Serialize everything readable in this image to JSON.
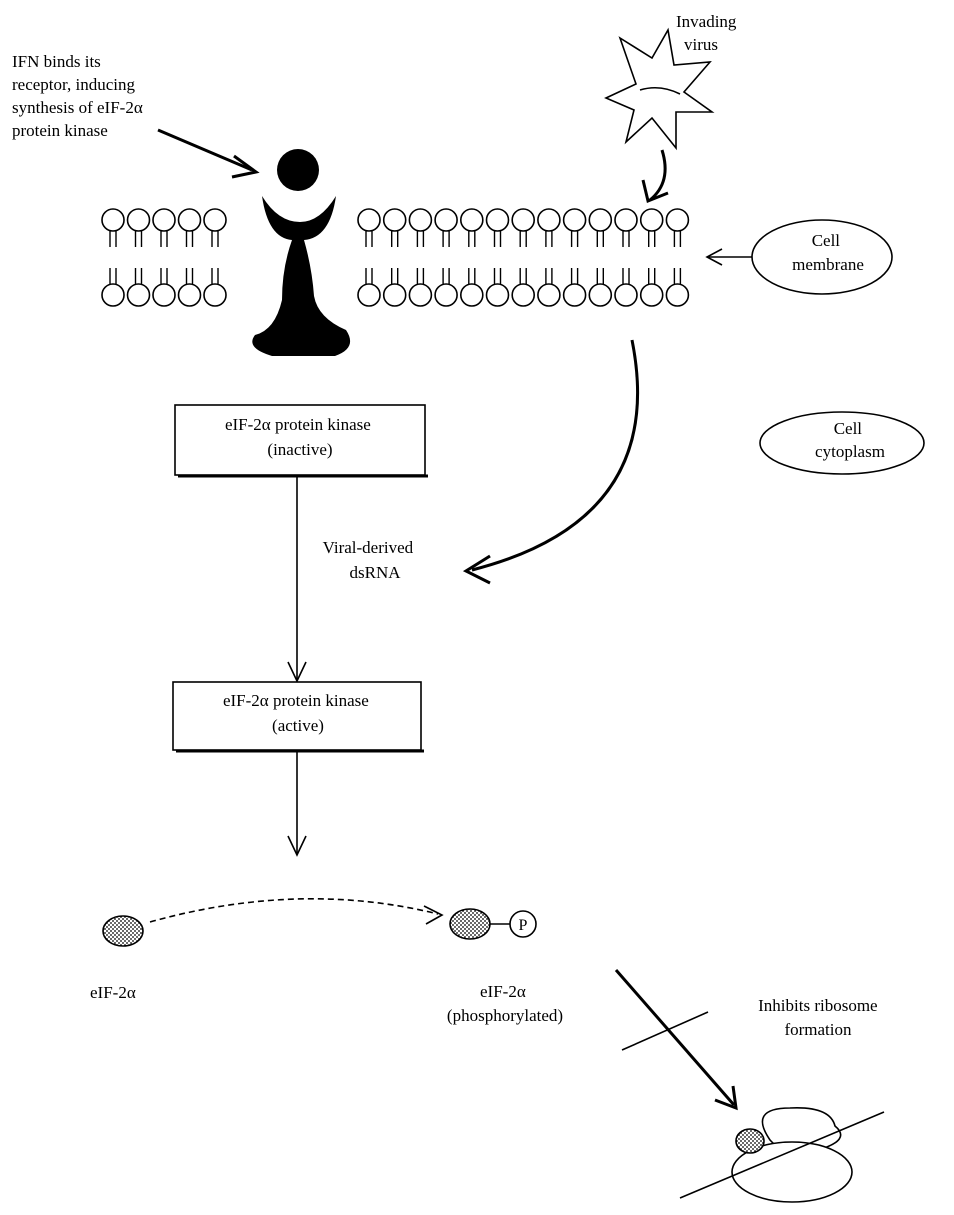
{
  "labels": {
    "ifn_text": [
      "IFN binds its",
      "receptor, inducing",
      "synthesis of eIF-2α",
      "protein kinase"
    ],
    "virus_text": [
      "Invading",
      "virus"
    ],
    "cell_membrane": [
      "Cell",
      "membrane"
    ],
    "cell_cytoplasm": [
      "Cell",
      "cytoplasm"
    ],
    "kinase_inactive": [
      "eIF-2α protein kinase",
      "(inactive)"
    ],
    "kinase_active": [
      "eIF-2α protein kinase",
      "(active)"
    ],
    "dsrna": [
      "Viral-derived",
      "dsRNA"
    ],
    "eif_left": "eIF-2α",
    "eif_right": [
      "eIF-2α",
      "(phosphorylated)"
    ],
    "inhibits": [
      "Inhibits ribosome",
      "formation"
    ],
    "phosphate": "P"
  }
}
